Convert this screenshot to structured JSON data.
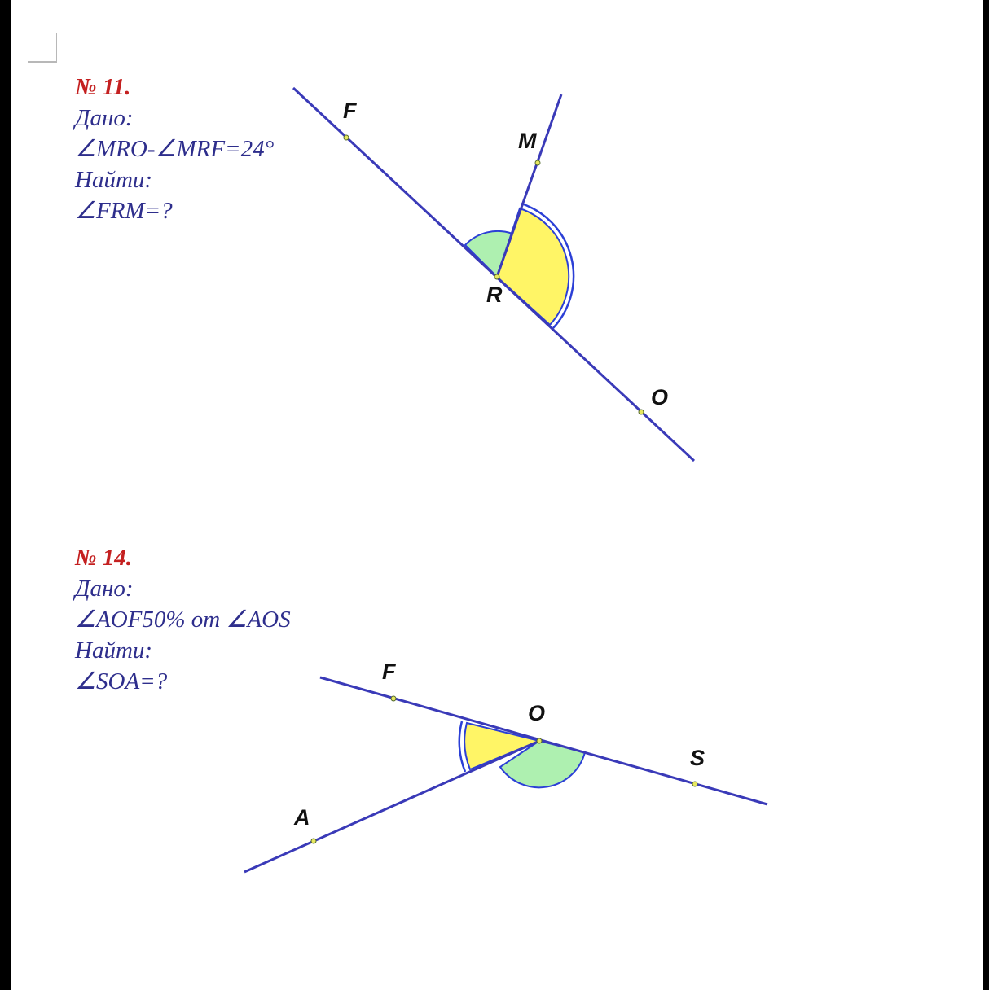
{
  "colors": {
    "line": "#3a3ab8",
    "arc": "#2b3fd6",
    "yellow": "#fff566",
    "green": "#aef0b0",
    "number": "#c42020",
    "text": "#2e2e8c"
  },
  "problem11": {
    "number": "№ 11.",
    "given_label": "Дано:",
    "given": "∠MRO-∠MRF=24°",
    "find_label": "Найти:",
    "find": "∠FRM=?",
    "points": {
      "F": "F",
      "M": "M",
      "R": "R",
      "O": "O"
    }
  },
  "problem14": {
    "number": "№ 14.",
    "given_label": "Дано:",
    "given": "∠AOF50% от ∠AOS",
    "find_label": "Найти:",
    "find": "∠SOA=?",
    "points": {
      "F": "F",
      "O": "O",
      "S": "S",
      "A": "A"
    }
  }
}
